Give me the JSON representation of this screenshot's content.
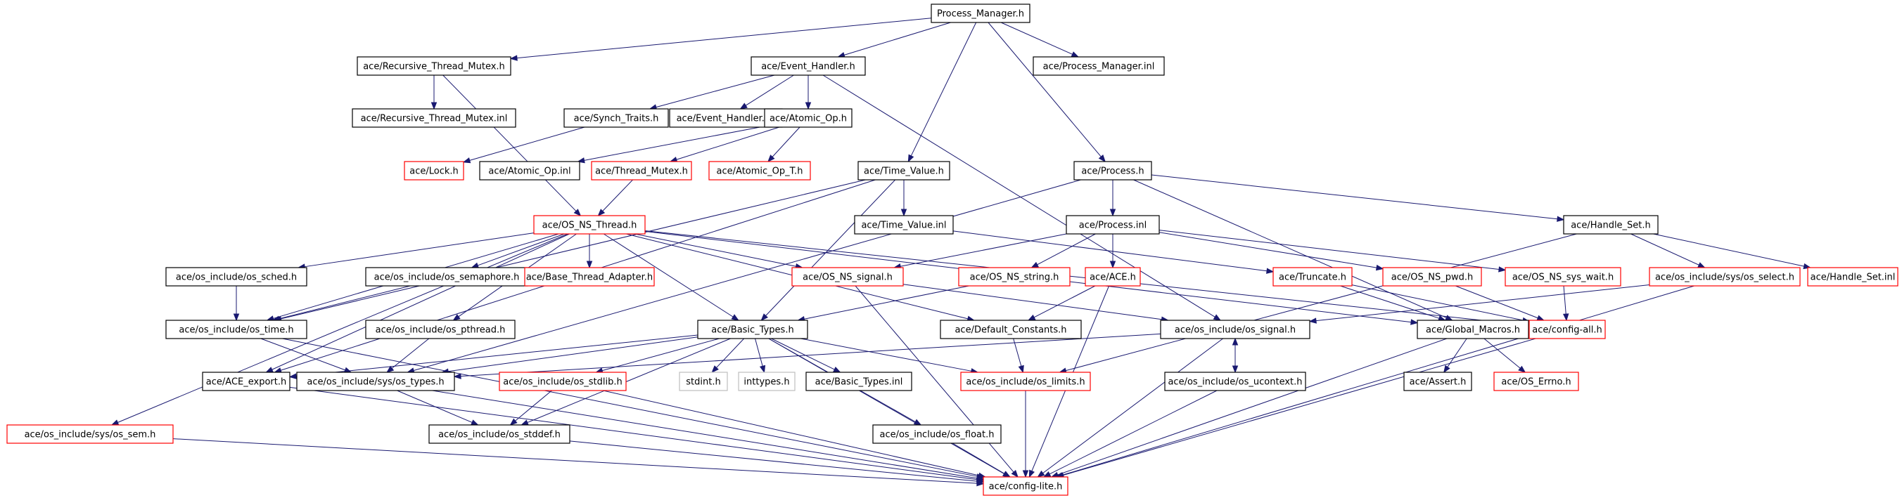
{
  "colors": {
    "edge": "#191970",
    "border_default": "#000000",
    "border_missing": "#ff0000",
    "border_system": "#bfbfbf",
    "root_fill": "#bfbfbf"
  },
  "nodes": [
    {
      "id": "pm_h",
      "label": "Process_Manager.h",
      "kind": "root"
    },
    {
      "id": "rtm_h",
      "label": "ace/Recursive_Thread_Mutex.h",
      "kind": "default"
    },
    {
      "id": "eh_h",
      "label": "ace/Event_Handler.h",
      "kind": "default"
    },
    {
      "id": "pm_inl",
      "label": "ace/Process_Manager.inl",
      "kind": "default"
    },
    {
      "id": "rtm_inl",
      "label": "ace/Recursive_Thread_Mutex.inl",
      "kind": "default"
    },
    {
      "id": "synch",
      "label": "ace/Synch_Traits.h",
      "kind": "default"
    },
    {
      "id": "eh_inl",
      "label": "ace/Event_Handler.inl",
      "kind": "default"
    },
    {
      "id": "aop_h",
      "label": "ace/Atomic_Op.h",
      "kind": "default"
    },
    {
      "id": "lock",
      "label": "ace/Lock.h",
      "kind": "missing"
    },
    {
      "id": "aop_inl",
      "label": "ace/Atomic_Op.inl",
      "kind": "default"
    },
    {
      "id": "tmutex",
      "label": "ace/Thread_Mutex.h",
      "kind": "missing"
    },
    {
      "id": "aopt",
      "label": "ace/Atomic_Op_T.h",
      "kind": "missing"
    },
    {
      "id": "tv_h",
      "label": "ace/Time_Value.h",
      "kind": "default"
    },
    {
      "id": "proc_h",
      "label": "ace/Process.h",
      "kind": "default"
    },
    {
      "id": "osthread",
      "label": "ace/OS_NS_Thread.h",
      "kind": "missing"
    },
    {
      "id": "tv_inl",
      "label": "ace/Time_Value.inl",
      "kind": "default"
    },
    {
      "id": "proc_inl",
      "label": "ace/Process.inl",
      "kind": "default"
    },
    {
      "id": "hset",
      "label": "ace/Handle_Set.h",
      "kind": "default"
    },
    {
      "id": "sched",
      "label": "ace/os_include/os_sched.h",
      "kind": "default"
    },
    {
      "id": "sema",
      "label": "ace/os_include/os_semaphore.h",
      "kind": "default"
    },
    {
      "id": "bta",
      "label": "ace/Base_Thread_Adapter.h",
      "kind": "missing"
    },
    {
      "id": "signal_h",
      "label": "ace/OS_NS_signal.h",
      "kind": "missing"
    },
    {
      "id": "string_h",
      "label": "ace/OS_NS_string.h",
      "kind": "missing"
    },
    {
      "id": "ace_h",
      "label": "ace/ACE.h",
      "kind": "missing"
    },
    {
      "id": "trunc",
      "label": "ace/Truncate.h",
      "kind": "missing"
    },
    {
      "id": "pwd",
      "label": "ace/OS_NS_pwd.h",
      "kind": "missing"
    },
    {
      "id": "syswait",
      "label": "ace/OS_NS_sys_wait.h",
      "kind": "missing"
    },
    {
      "id": "select",
      "label": "ace/os_include/sys/os_select.h",
      "kind": "missing"
    },
    {
      "id": "hset_inl",
      "label": "ace/Handle_Set.inl",
      "kind": "missing"
    },
    {
      "id": "ostime",
      "label": "ace/os_include/os_time.h",
      "kind": "default"
    },
    {
      "id": "pthread",
      "label": "ace/os_include/os_pthread.h",
      "kind": "default"
    },
    {
      "id": "btypes",
      "label": "ace/Basic_Types.h",
      "kind": "default"
    },
    {
      "id": "defconst",
      "label": "ace/Default_Constants.h",
      "kind": "default"
    },
    {
      "id": "ossignal",
      "label": "ace/os_include/os_signal.h",
      "kind": "default"
    },
    {
      "id": "gmacros",
      "label": "ace/Global_Macros.h",
      "kind": "default"
    },
    {
      "id": "configall",
      "label": "ace/config-all.h",
      "kind": "missing"
    },
    {
      "id": "export",
      "label": "ace/ACE_export.h",
      "kind": "default"
    },
    {
      "id": "systypes",
      "label": "ace/os_include/sys/os_types.h",
      "kind": "default"
    },
    {
      "id": "stdlib",
      "label": "ace/os_include/os_stdlib.h",
      "kind": "missing"
    },
    {
      "id": "stdint",
      "label": "stdint.h",
      "kind": "system"
    },
    {
      "id": "inttypes",
      "label": "inttypes.h",
      "kind": "system"
    },
    {
      "id": "bt_inl",
      "label": "ace/Basic_Types.inl",
      "kind": "default"
    },
    {
      "id": "limits",
      "label": "ace/os_include/os_limits.h",
      "kind": "missing"
    },
    {
      "id": "ucontext",
      "label": "ace/os_include/os_ucontext.h",
      "kind": "default"
    },
    {
      "id": "assert",
      "label": "ace/Assert.h",
      "kind": "default"
    },
    {
      "id": "errno",
      "label": "ace/OS_Errno.h",
      "kind": "missing"
    },
    {
      "id": "syssem",
      "label": "ace/os_include/sys/os_sem.h",
      "kind": "missing"
    },
    {
      "id": "stddef",
      "label": "ace/os_include/os_stddef.h",
      "kind": "default"
    },
    {
      "id": "float",
      "label": "ace/os_include/os_float.h",
      "kind": "default"
    },
    {
      "id": "clite",
      "label": "ace/config-lite.h",
      "kind": "missing"
    }
  ],
  "edges": [
    [
      "pm_h",
      "rtm_h"
    ],
    [
      "pm_h",
      "eh_h"
    ],
    [
      "pm_h",
      "pm_inl"
    ],
    [
      "pm_h",
      "tv_h"
    ],
    [
      "pm_h",
      "proc_h"
    ],
    [
      "rtm_h",
      "rtm_inl"
    ],
    [
      "rtm_h",
      "osthread"
    ],
    [
      "eh_h",
      "synch"
    ],
    [
      "eh_h",
      "eh_inl"
    ],
    [
      "eh_h",
      "aop_h"
    ],
    [
      "eh_h",
      "ossignal"
    ],
    [
      "synch",
      "lock"
    ],
    [
      "aop_h",
      "aop_inl"
    ],
    [
      "aop_h",
      "tmutex"
    ],
    [
      "aop_h",
      "aopt"
    ],
    [
      "tmutex",
      "osthread"
    ],
    [
      "tv_h",
      "tv_inl"
    ],
    [
      "tv_h",
      "btypes"
    ],
    [
      "tv_h",
      "ostime"
    ],
    [
      "tv_h",
      "export"
    ],
    [
      "tv_inl",
      "trunc"
    ],
    [
      "proc_h",
      "proc_inl"
    ],
    [
      "proc_h",
      "hset"
    ],
    [
      "proc_h",
      "gmacros"
    ],
    [
      "proc_h",
      "systypes"
    ],
    [
      "proc_inl",
      "ace_h"
    ],
    [
      "proc_inl",
      "string_h"
    ],
    [
      "proc_inl",
      "signal_h"
    ],
    [
      "proc_inl",
      "pwd"
    ],
    [
      "proc_inl",
      "syswait"
    ],
    [
      "hset",
      "select"
    ],
    [
      "hset",
      "hset_inl"
    ],
    [
      "hset",
      "limits"
    ],
    [
      "osthread",
      "sched"
    ],
    [
      "osthread",
      "sema"
    ],
    [
      "osthread",
      "bta"
    ],
    [
      "osthread",
      "signal_h"
    ],
    [
      "osthread",
      "pthread"
    ],
    [
      "osthread",
      "btypes"
    ],
    [
      "osthread",
      "defconst"
    ],
    [
      "osthread",
      "configall"
    ],
    [
      "osthread",
      "syssem"
    ],
    [
      "osthread",
      "ostime"
    ],
    [
      "osthread",
      "export"
    ],
    [
      "osthread",
      "gmacros"
    ],
    [
      "sched",
      "ostime"
    ],
    [
      "sema",
      "ostime"
    ],
    [
      "signal_h",
      "ossignal"
    ],
    [
      "signal_h",
      "clite"
    ],
    [
      "string_h",
      "btypes"
    ],
    [
      "ace_h",
      "defconst"
    ],
    [
      "ace_h",
      "clite"
    ],
    [
      "trunc",
      "gmacros"
    ],
    [
      "trunc",
      "configall"
    ],
    [
      "pwd",
      "configall"
    ],
    [
      "syswait",
      "configall"
    ],
    [
      "select",
      "ossignal"
    ],
    [
      "select",
      "clite"
    ],
    [
      "ostime",
      "systypes"
    ],
    [
      "ostime",
      "clite"
    ],
    [
      "pthread",
      "systypes"
    ],
    [
      "btypes",
      "export"
    ],
    [
      "btypes",
      "systypes"
    ],
    [
      "btypes",
      "stdlib"
    ],
    [
      "btypes",
      "stdint"
    ],
    [
      "btypes",
      "inttypes"
    ],
    [
      "btypes",
      "bt_inl"
    ],
    [
      "btypes",
      "limits"
    ],
    [
      "btypes",
      "stddef"
    ],
    [
      "btypes",
      "float"
    ],
    [
      "btypes",
      "clite"
    ],
    [
      "defconst",
      "limits"
    ],
    [
      "ossignal",
      "systypes"
    ],
    [
      "ossignal",
      "ucontext"
    ],
    [
      "ossignal",
      "clite"
    ],
    [
      "ucontext",
      "ossignal"
    ],
    [
      "ucontext",
      "clite"
    ],
    [
      "gmacros",
      "assert"
    ],
    [
      "gmacros",
      "errno"
    ],
    [
      "gmacros",
      "clite"
    ],
    [
      "configall",
      "clite"
    ],
    [
      "export",
      "clite"
    ],
    [
      "systypes",
      "stddef"
    ],
    [
      "systypes",
      "clite"
    ],
    [
      "stdlib",
      "stddef"
    ],
    [
      "stdlib",
      "clite"
    ],
    [
      "limits",
      "clite"
    ],
    [
      "syssem",
      "clite"
    ],
    [
      "stddef",
      "clite"
    ],
    [
      "float",
      "clite"
    ]
  ]
}
